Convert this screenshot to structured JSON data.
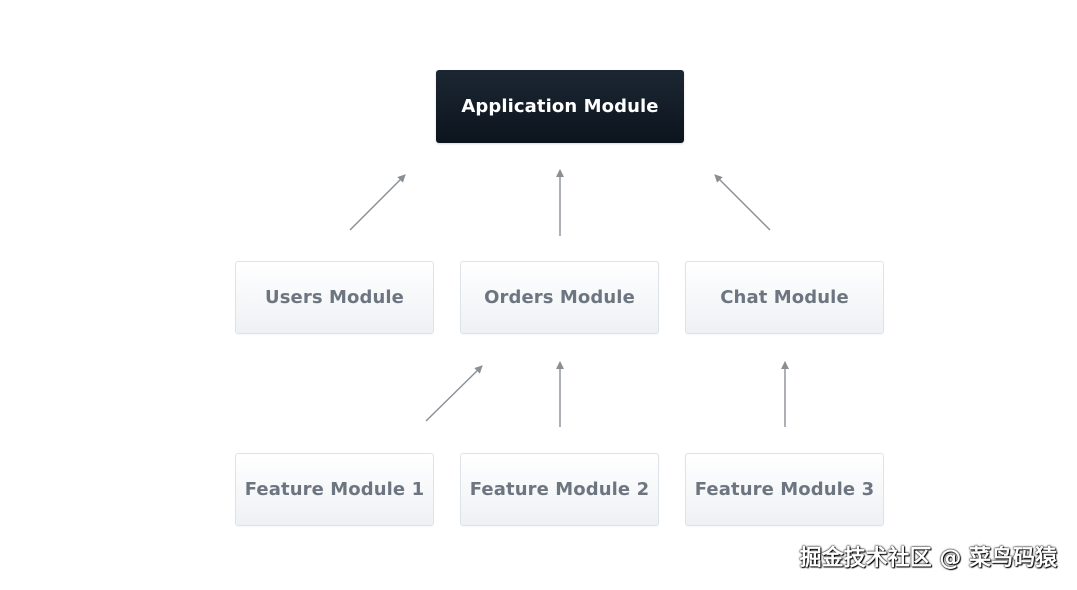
{
  "diagram": {
    "nodes": {
      "root": "Application Module",
      "users": "Users Module",
      "orders": "Orders Module",
      "chat": "Chat Module",
      "feature1": "Feature Module 1",
      "feature2": "Feature Module 2",
      "feature3": "Feature Module 3"
    },
    "edges": [
      {
        "from": "users",
        "to": "root"
      },
      {
        "from": "orders",
        "to": "root"
      },
      {
        "from": "chat",
        "to": "root"
      },
      {
        "from": "feature1",
        "to": "orders"
      },
      {
        "from": "feature2",
        "to": "orders"
      },
      {
        "from": "feature3",
        "to": "chat"
      }
    ],
    "colors": {
      "root_bg": "#111a24",
      "box_bg": "#f3f5f7",
      "box_text": "#6d7680",
      "arrow": "#8a8f94"
    }
  },
  "watermark": "掘金技术社区 @ 菜鸟码猿"
}
